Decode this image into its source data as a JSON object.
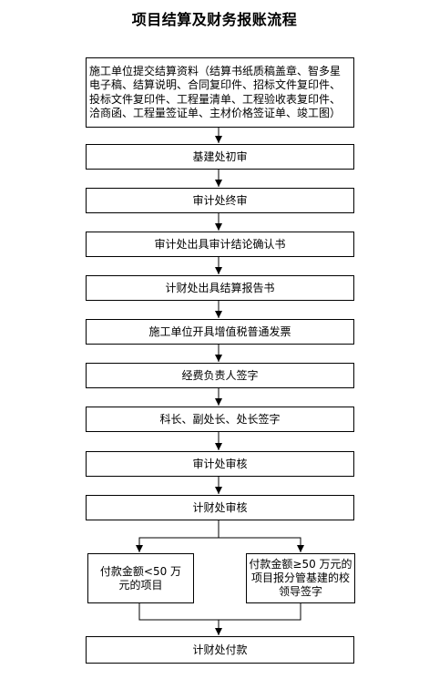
{
  "title": "项目结算及财务报账流程",
  "steps": {
    "submit": "施工单位提交结算资料（结算书纸质稿盖章、智多星电子稿、结算说明、合同复印件、招标文件复印件、投标文件复印件、工程量清单、工程验收表复印件、洽商函、工程量签证单、主材价格签证单、竣工图）",
    "preliminary_review": "基建处初审",
    "final_review": "审计处终审",
    "audit_confirmation": "审计处出具审计结论确认书",
    "settlement_report": "计财处出具结算报告书",
    "vat_invoice": "施工单位开具增值税普通发票",
    "fund_owner_sign": "经费负责人签字",
    "chiefs_sign": "科长、副处长、处长签字",
    "audit_check": "审计处审核",
    "finance_check": "计财处审核",
    "branch_small": "付款金额<50 万元的项目",
    "branch_large": "付款金额≥50 万元的项目报分管基建的校领导签字",
    "payment": "计财处付款"
  },
  "colors": {
    "line": "#000000",
    "box_border": "#000000",
    "background": "#ffffff"
  }
}
